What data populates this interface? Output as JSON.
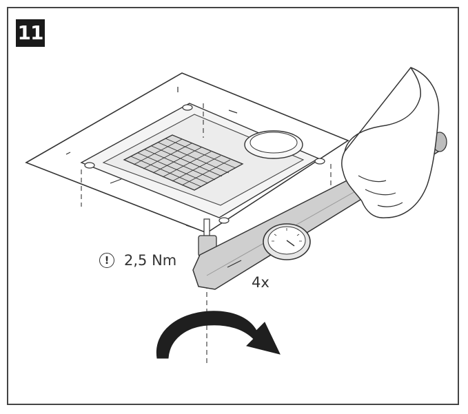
{
  "step": {
    "number": "11"
  },
  "torque": {
    "icon": "warning-circle-icon",
    "icon_glyph": "!",
    "value": "2,5 Nm"
  },
  "repeat": {
    "count": "4x"
  },
  "colors": {
    "line": "#333333",
    "frame": "#444444",
    "badge_bg": "#1a1a1a",
    "wrench_fill": "#cfcfcf",
    "arrow_fill": "#1f1f1f"
  }
}
